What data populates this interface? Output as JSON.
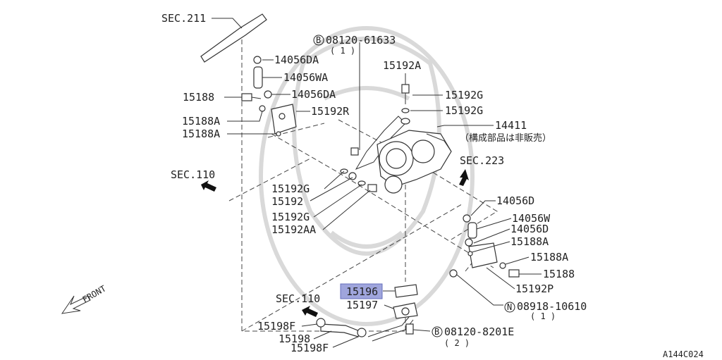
{
  "labels": {
    "sec211": "SEC.211",
    "p14056da_1": "14056DA",
    "p14056wa": "14056WA",
    "p15188": "15188",
    "p14056da_2": "14056DA",
    "p15188a_1": "15188A",
    "p15192r": "15192R",
    "p15188a_2": "15188A",
    "bolt_b_code": "08120-61633",
    "bolt_b_qty": "( 1 )",
    "p15192a": "15192A",
    "p15192g_1": "15192G",
    "p15192g_2": "15192G",
    "p14411": "14411",
    "p14411_note": "（構成部品は非販売）",
    "sec223": "SEC.223",
    "sec110_1": "SEC.110",
    "p15192g_3": "15192G",
    "p15192": "15192",
    "p15192g_4": "15192G",
    "p15192aa": "15192AA",
    "p14056d_1": "14056D",
    "p14056w": "14056W",
    "p14056d_2": "14056D",
    "p15188a_3": "15188A",
    "p15188a_4": "15188A",
    "p15188_2": "15188",
    "p15192p": "15192P",
    "nut_n_code": "08918-10610",
    "nut_n_qty": "( 1 )",
    "front": "FRONT",
    "sec110_2": "SEC.110",
    "p15196": "15196",
    "p15197": "15197",
    "p15198f_1": "15198F",
    "p15198": "15198",
    "p15198f_2": "15198F",
    "bolt_b2_code": "08120-8201E",
    "bolt_b2_qty": "( 2 )",
    "diagram_id": "A144C024",
    "b_marker": "B",
    "n_marker": "N"
  },
  "highlight": {
    "part": "15196",
    "color": "#8f96d6"
  }
}
